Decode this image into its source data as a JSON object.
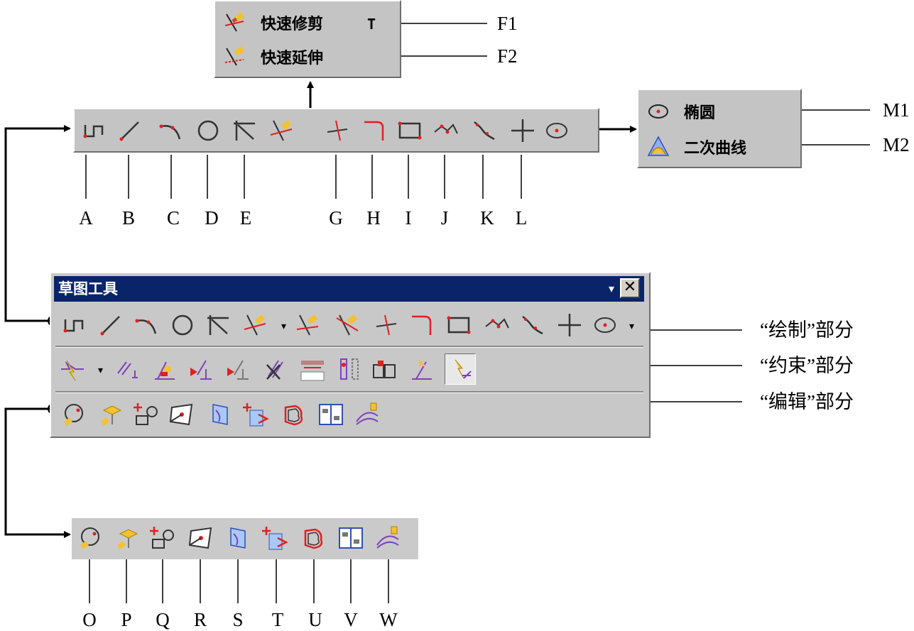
{
  "popup_trim": {
    "items": [
      {
        "label": "快速修剪",
        "shortcut": "T",
        "callout": "F1"
      },
      {
        "label": "快速延伸",
        "shortcut": "",
        "callout": "F2"
      }
    ]
  },
  "popup_conic": {
    "items": [
      {
        "label": "椭圆",
        "callout": "M1"
      },
      {
        "label": "二次曲线",
        "callout": "M2"
      }
    ]
  },
  "top_toolbar_letters": [
    "A",
    "B",
    "C",
    "D",
    "E",
    "G",
    "H",
    "I",
    "J",
    "K",
    "L"
  ],
  "sketch_panel": {
    "title": "草图工具",
    "close_glyph": "✕",
    "section_labels": [
      "“绘制”部分",
      "“约束”部分",
      "“编辑”部分"
    ]
  },
  "bottom_toolbar_letters": [
    "O",
    "P",
    "Q",
    "R",
    "S",
    "T",
    "U",
    "V",
    "W"
  ],
  "colors": {
    "accent": "#e02020",
    "title_bar": "#0a246a",
    "toolbar": "#c4c4c4"
  }
}
